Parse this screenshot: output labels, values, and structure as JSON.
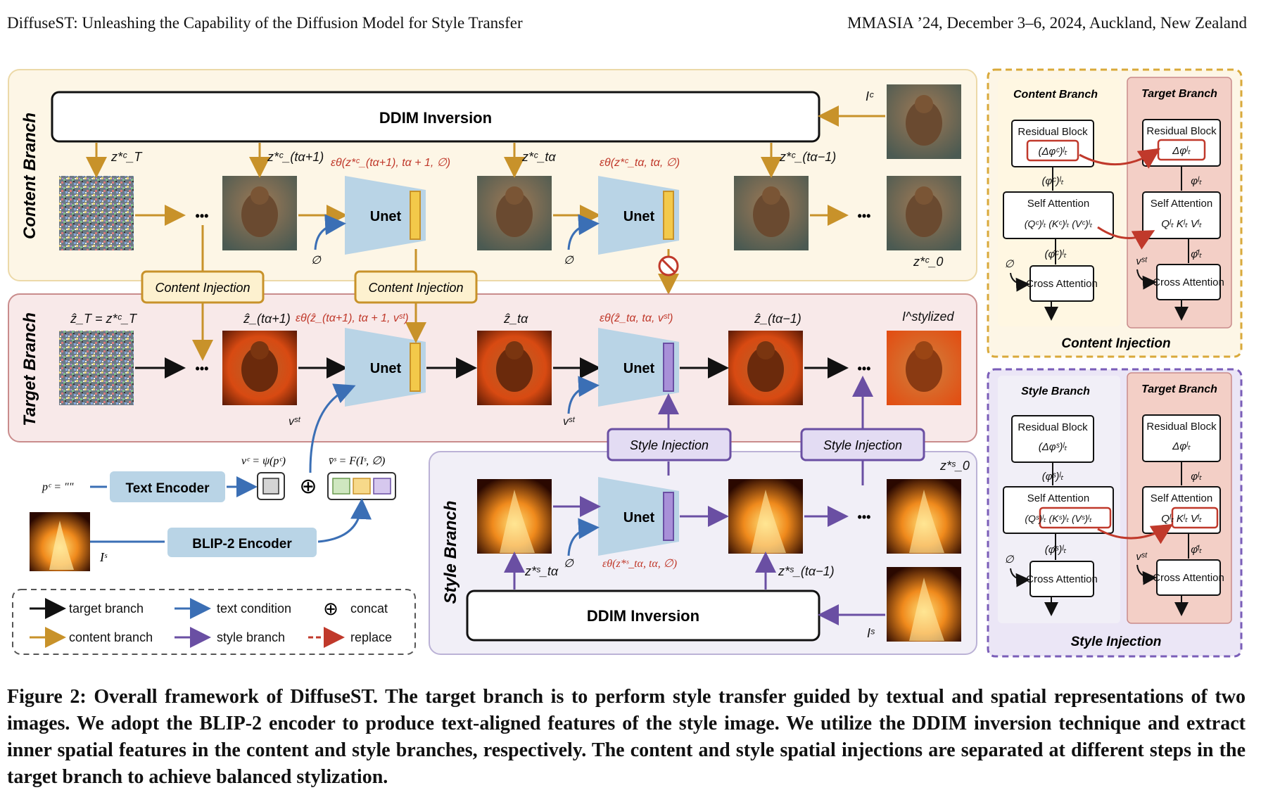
{
  "header": {
    "left": "DiffuseST: Unleashing the Capability of the Diffusion Model for Style Transfer",
    "right": "MMASIA ’24, December 3–6, 2024, Auckland, New Zealand"
  },
  "colors": {
    "target_arrow": "#111111",
    "content_arrow": "#c8922a",
    "text_arrow": "#3b6fb5",
    "style_arrow": "#6a4fa3",
    "replace_arrow": "#c0392b",
    "unet_fill": "#b9d4e6",
    "content_panel": "#fdf6e6",
    "target_panel": "#f8e9e9",
    "style_panel": "#f1eff7"
  },
  "diagram": {
    "content_branch_label": "Content Branch",
    "target_branch_label": "Target Branch",
    "style_branch_label": "Style Branch",
    "ddim_inversion": "DDIM Inversion",
    "unet": "Unet",
    "content_injection": "Content Injection",
    "style_injection": "Style Injection",
    "text_encoder": "Text Encoder",
    "blip2_encoder": "BLIP-2 Encoder",
    "null_symbol": "∅",
    "ellipsis": "•••",
    "content": {
      "i_c": "Iᶜ",
      "z_T": "z*ᶜ_T",
      "z_ta1": "z*ᶜ_(tα+1)",
      "z_ta": "z*ᶜ_tα",
      "z_tam1": "z*ᶜ_(tα−1)",
      "z_0": "z*ᶜ_0",
      "eps1": "εθ(z*ᶜ_(tα+1), tα + 1, ∅)",
      "eps2": "εθ(z*ᶜ_tα, tα, ∅)"
    },
    "target": {
      "z_T": "ẑ_T = z*ᶜ_T",
      "z_ta1": "ẑ_(tα+1)",
      "z_ta": "ẑ_tα",
      "z_tam1": "ẑ_(tα−1)",
      "i_stylized": "I^stylized",
      "eps1": "εθ(ẑ_(tα+1), tα + 1, vˢᵗ)",
      "eps2": "εθ(ẑ_tα, tα, vˢᵗ)",
      "v_st": "vˢᵗ"
    },
    "text": {
      "p_c": "pᶜ = \"\"",
      "v_c": "vᶜ = ψ(pᶜ)",
      "v_s": "v̄ˢ = F(Iˢ, ∅)",
      "concat": "⊕",
      "i_s": "Iˢ"
    },
    "style": {
      "z_0": "z*ˢ_0",
      "z_ta": "z*ˢ_tα",
      "z_tam1": "z*ˢ_(tα−1)",
      "eps": "εθ(z*ˢ_tα, tα, ∅)",
      "i_s": "Iˢ"
    },
    "legend": [
      {
        "label": "target branch",
        "kind": "target"
      },
      {
        "label": "text condition",
        "kind": "text"
      },
      {
        "label": "concat",
        "kind": "concat"
      },
      {
        "label": "content branch",
        "kind": "content"
      },
      {
        "label": "style branch",
        "kind": "style"
      },
      {
        "label": "replace",
        "kind": "replace"
      }
    ],
    "ci_panel": {
      "title": "Content Injection",
      "left_title": "Content Branch",
      "right_title": "Target Branch",
      "residual": "Residual Block",
      "self_attn": "Self Attention",
      "cross_attn": "Cross Attention",
      "l_res": "(Δφᶜ)ˡₜ",
      "l_phi": "(φᶜ)ˡₜ",
      "l_qkv": "(Qᶜ)ˡₜ (Kᶜ)ˡₜ (Vᶜ)ˡₜ",
      "l_phihat": "(φ̂ᶜ)ˡₜ",
      "r_res": "Δφˡₜ",
      "r_phi": "φˡₜ",
      "r_qkv": "Qˡₜ Kˡₜ Vˡₜ",
      "r_phihat": "φ̂ˡₜ",
      "null": "∅",
      "v_st": "vˢᵗ"
    },
    "si_panel": {
      "title": "Style Injection",
      "left_title": "Style Branch",
      "right_title": "Target Branch",
      "residual": "Residual Block",
      "self_attn": "Self Attention",
      "cross_attn": "Cross Attention",
      "l_res": "(Δφˢ)ˡₜ",
      "l_phi": "(φˢ)ˡₜ",
      "l_qkv": "(Qˢ)ˡₜ (Kˢ)ˡₜ (Vˢ)ˡₜ",
      "l_phihat": "(φ̂ˢ)ˡₜ",
      "r_res": "Δφˡₜ",
      "r_phi": "φˡₜ",
      "r_qkv": "Qˡₜ Kˡₜ Vˡₜ",
      "r_phihat": "φ̂ˡₜ",
      "null": "∅",
      "v_st": "vˢᵗ"
    }
  },
  "caption": "Figure 2: Overall framework of DiffuseST. The target branch is to perform style transfer guided by textual and spatial representations of two images. We adopt the BLIP-2 encoder to produce text-aligned features of the style image. We utilize the DDIM inversion technique and extract inner spatial features in the content and style branches, respectively. The content and style spatial injections are separated at different steps in the target branch to achieve balanced stylization."
}
